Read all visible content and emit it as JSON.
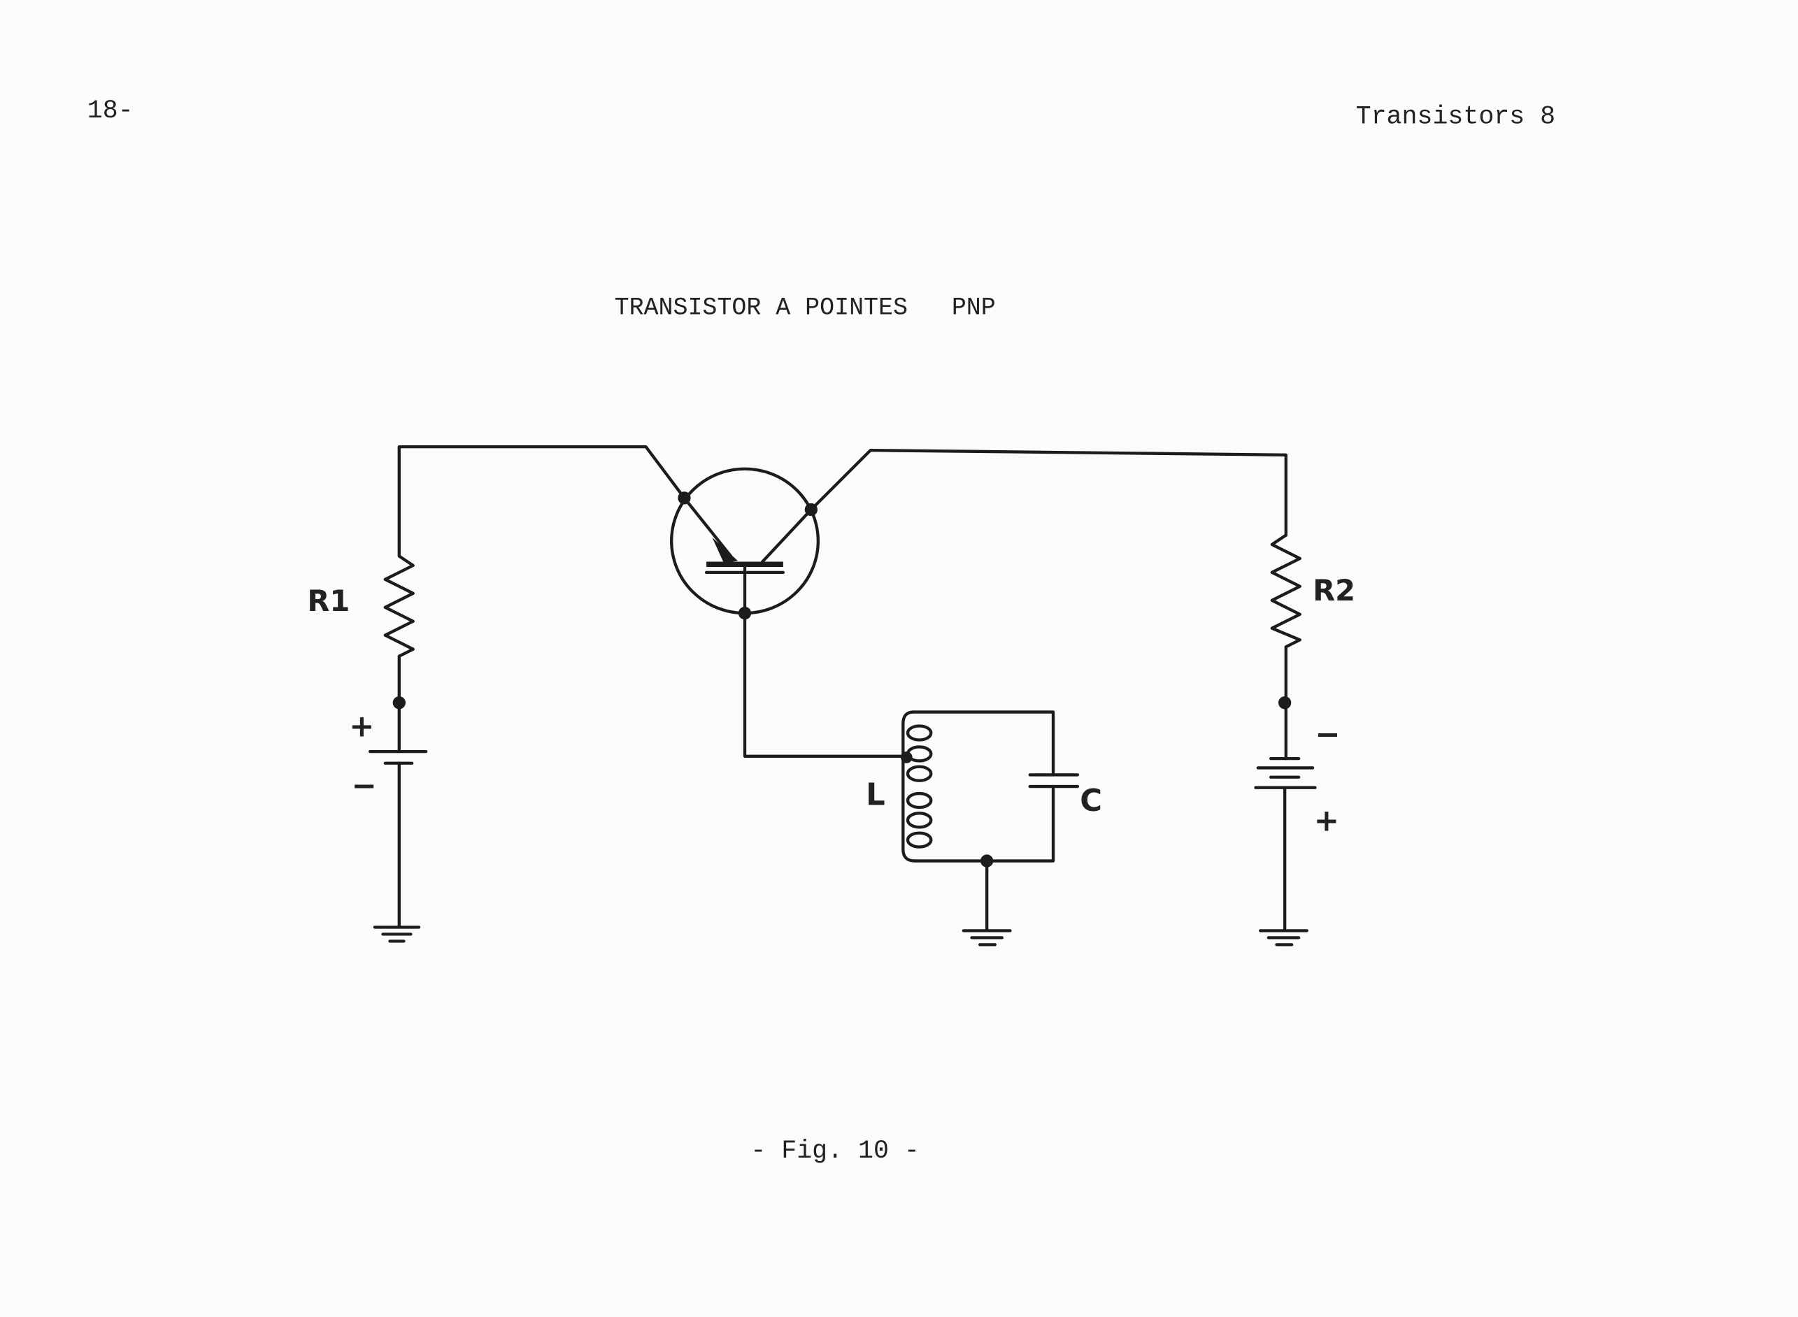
{
  "header": {
    "page_number": "18-",
    "running_title": "Transistors 8"
  },
  "figure_title": "TRANSISTOR A POINTES   PNP",
  "labels": {
    "r1": "R1",
    "r2": "R2",
    "l": "L",
    "c": "C",
    "left_plus": "+",
    "left_minus": "−",
    "right_minus": "−",
    "right_plus": "+"
  },
  "caption": "- Fig. 10 -"
}
